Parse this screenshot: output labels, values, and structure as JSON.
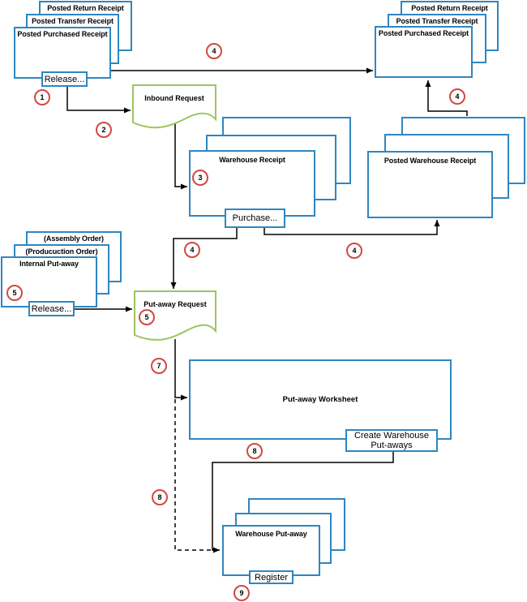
{
  "colors": {
    "box_border": "#2e86c1",
    "doc_border": "#9dc45f",
    "step_ring": "#cf4a42",
    "line": "#000000"
  },
  "top_left_stack": {
    "back": "Posted Return Receipt",
    "middle": "Posted Transfer Receipt",
    "front": "Posted Purchased Receipt",
    "release_button": "Release..."
  },
  "top_right_stack": {
    "back": "Posted Return Receipt",
    "middle": "Posted Transfer Receipt",
    "front": "Posted Purchased Receipt"
  },
  "inbound_request": {
    "label": "Inbound Request"
  },
  "warehouse_receipt_stack": {
    "front": "Warehouse Receipt",
    "purchase_button": "Purchase..."
  },
  "posted_warehouse_receipt_stack": {
    "front": "Posted Warehouse Receipt"
  },
  "internal_putaway_stack": {
    "back": "(Assembly Order)",
    "middle": "(Producuction Order)",
    "front": "Internal Put-away",
    "release_button": "Release..."
  },
  "putaway_request": {
    "label": "Put-away Request"
  },
  "putaway_worksheet": {
    "title": "Put-away Worksheet",
    "create_button": "Create Warehouse Put-aways"
  },
  "warehouse_putaway_stack": {
    "front": "Warehouse Put-away",
    "register_button": "Register"
  },
  "steps": {
    "step1": "1",
    "step2": "2",
    "step3": "3",
    "step4_top": "4",
    "step4_upper_right": "4",
    "step4_left": "4",
    "step4_right": "4",
    "step5_left": "5",
    "step5_request": "5",
    "step7": "7",
    "step8_worksheet": "8",
    "step8_dashed": "8",
    "step9": "9"
  }
}
